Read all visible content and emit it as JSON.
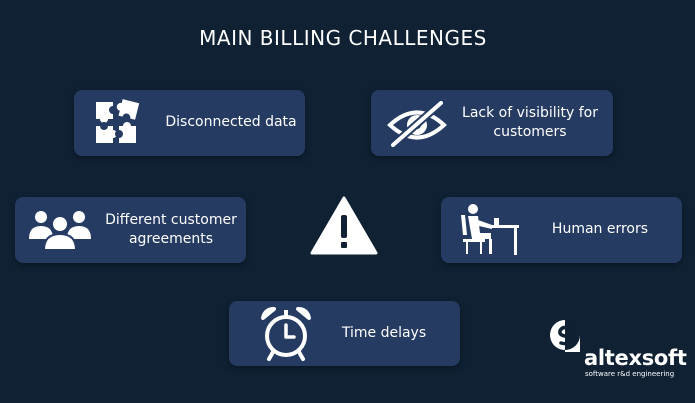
{
  "title": "MAIN BILLING CHALLENGES",
  "challenges": {
    "disconnected": {
      "label": "Disconnected data",
      "icon": "puzzle-icon"
    },
    "visibility": {
      "label": "Lack of visibility for customers",
      "icon": "eye-crossed-icon"
    },
    "agreements": {
      "label": "Different customer agreements",
      "icon": "people-group-icon"
    },
    "human_errors": {
      "label": "Human errors",
      "icon": "person-at-desk-icon"
    },
    "time_delays": {
      "label": "Time delays",
      "icon": "alarm-clock-icon"
    }
  },
  "center_icon": "warning-triangle-icon",
  "brand": {
    "name": "altexsoft",
    "tagline": "software r&d engineering"
  },
  "colors": {
    "background": "#0f2133",
    "card": "#253b62",
    "icon": "#ffffff"
  }
}
